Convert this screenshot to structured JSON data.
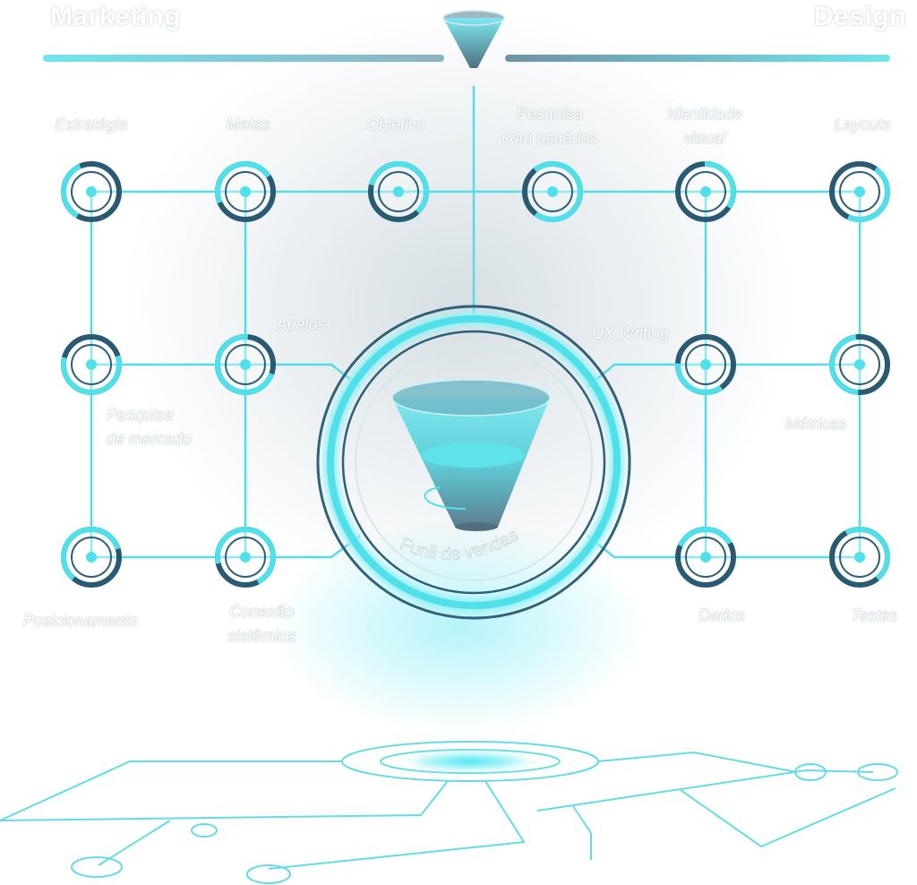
{
  "header": {
    "left_title": "Marketing",
    "right_title": "Design"
  },
  "center": {
    "label": "Funil de vendas"
  },
  "nodes": {
    "estrategia": "Estratégia",
    "metas": "Metas",
    "objetivo": "Objetivo",
    "pesquisa_usuarios": "Pesquisa\ncom usuários",
    "identidade_visual": "Identidade\nvisual",
    "layouts": "Layouts",
    "apelos": "Apelos",
    "ux_writing": "UX Writing",
    "pesquisa_mercado": "Pesquisa\nde mercado",
    "metricas": "Métricas",
    "posicionamento": "Posicionamento",
    "conexao_sistemica": "Conexão\nsistêmica",
    "dados": "Dados",
    "testes": "Testes"
  },
  "colors": {
    "cyan": "#4fe0ea",
    "dark_ring": "#2a5a72",
    "line": "#52dde8"
  }
}
